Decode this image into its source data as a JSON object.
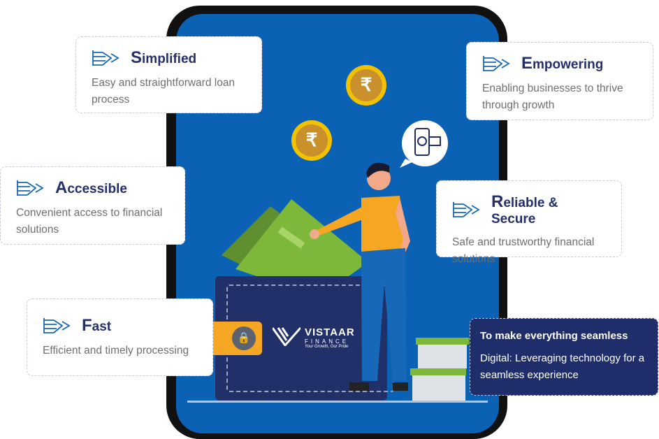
{
  "features": [
    {
      "first": "S",
      "rest": "implified",
      "desc": "Easy and straightforward loan process"
    },
    {
      "first": "E",
      "rest": "mpowering",
      "desc": "Enabling businesses to thrive through growth"
    },
    {
      "first": "A",
      "rest": "ccessible",
      "desc": "Convenient access to financial solutions"
    },
    {
      "first": "R",
      "rest": "eliable & Secure",
      "desc": "Safe and trustworthy financial solutions"
    },
    {
      "first": "F",
      "rest": "ast",
      "desc": "Efficient and timely processing"
    }
  ],
  "highlight": {
    "title": "To make everything seamless",
    "desc": "Digital: Leveraging technology for a seamless experience"
  },
  "brand": {
    "name": "VISTAAR",
    "sub": "FINANCE",
    "tagline": "Your Growth, Our Pride"
  },
  "coin_symbol": "₹",
  "colors": {
    "screen": "#0b61b3",
    "navy": "#1f2e6a",
    "wallet": "#22306a",
    "accent": "#f5a623"
  }
}
